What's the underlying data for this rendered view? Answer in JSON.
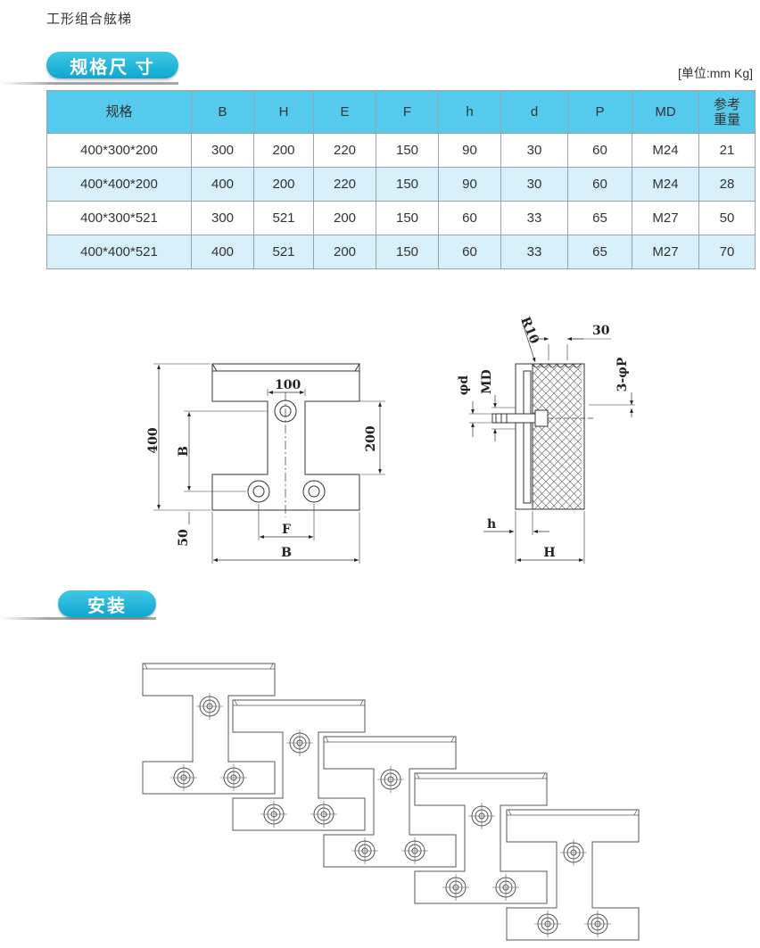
{
  "page_title": "工形组合舷梯",
  "sections": {
    "spec_label": "规格尺 寸",
    "install_label": "安装"
  },
  "unit_note": "[单位:mm Kg]",
  "table": {
    "headers": [
      "规格",
      "B",
      "H",
      "E",
      "F",
      "h",
      "d",
      "P",
      "MD",
      "参考\n重量"
    ],
    "rows": [
      [
        "400*300*200",
        "300",
        "200",
        "220",
        "150",
        "90",
        "30",
        "60",
        "M24",
        "21"
      ],
      [
        "400*400*200",
        "400",
        "200",
        "220",
        "150",
        "90",
        "30",
        "60",
        "M24",
        "28"
      ],
      [
        "400*300*521",
        "300",
        "521",
        "200",
        "150",
        "60",
        "33",
        "65",
        "M27",
        "50"
      ],
      [
        "400*400*521",
        "400",
        "521",
        "200",
        "150",
        "60",
        "33",
        "65",
        "M27",
        "70"
      ]
    ]
  },
  "front_view": {
    "dim_100": "100",
    "dim_400": "400",
    "dim_B_left": "B",
    "dim_200": "200",
    "dim_50": "50",
    "dim_F": "F",
    "dim_B_bottom": "B"
  },
  "side_view": {
    "dim_R10": "R10",
    "dim_30": "30",
    "dim_phi_d": "φd",
    "dim_MD": "MD",
    "dim_3_phi_P": "3-φP",
    "dim_h": "h",
    "dim_H": "H"
  }
}
